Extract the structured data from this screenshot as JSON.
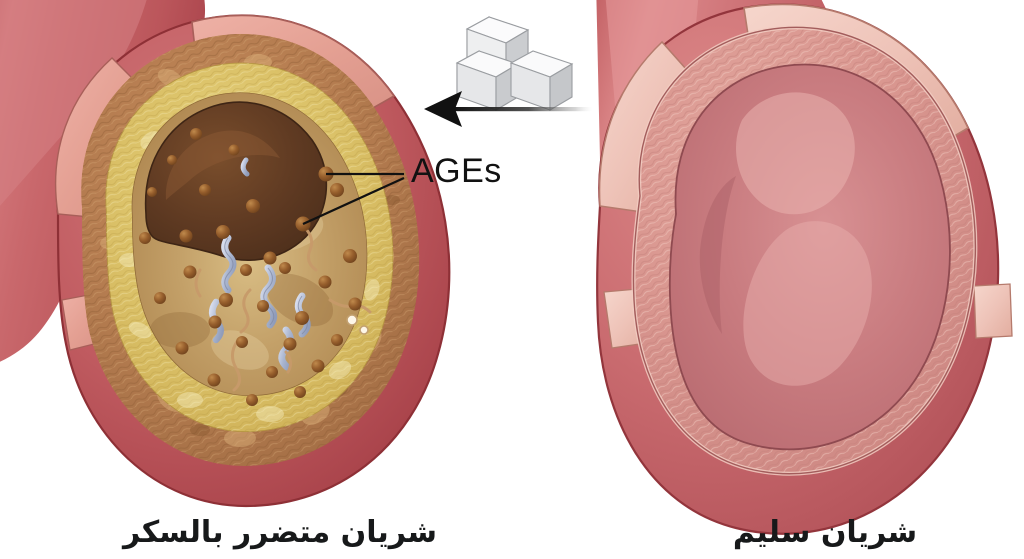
{
  "figure": {
    "title_diseased": "شريان متضرر بالسكر",
    "title_healthy": "شريان سليم",
    "ages_label": "AGEs",
    "background_color": "#ffffff"
  },
  "captions": [
    {
      "id": "diseased",
      "text": "شريان متضرر بالسكر",
      "translation_note": "Artery damaged by sugar"
    },
    {
      "id": "healthy",
      "text": "شريان سليم",
      "translation_note": "Healthy artery"
    }
  ],
  "annotations": {
    "ages": {
      "label": "AGEs",
      "meaning": "Advanced Glycation End-products",
      "leader_lines": 2
    }
  },
  "icons": {
    "sugar_cubes": {
      "name": "sugar-cubes-icon",
      "count": 3,
      "top_face_color": "#fdfdfd",
      "left_face_color": "#e3e4e6",
      "right_face_color": "#c9cbcd",
      "outline_color": "#9a9da1"
    },
    "arrow": {
      "name": "left-arrow-icon",
      "direction": "left",
      "color": "#111111"
    }
  },
  "colors": {
    "outer_wall_red": "#c1585c",
    "outer_wall_red_dark": "#a7393f",
    "outer_wall_red_light": "#d9787a",
    "healthy_lumen": "#c97c7e",
    "healthy_lumen_highlight": "#e3a9a8",
    "healthy_intima": "#efc3bb",
    "healthy_media": "#d99a94",
    "plaque_brown": "#a9714a",
    "plaque_brown_light": "#c69068",
    "plaque_yellow": "#dcc46a",
    "plaque_yellow_light": "#ecdd9c",
    "lumen_dark": "#5f3a22",
    "age_particle": "#8a5326",
    "age_particle_light": "#b07a40",
    "collagen_strand": "#b9c3d8",
    "caption_text": "#17191a"
  },
  "panels": [
    {
      "id": "diseased-artery",
      "name": "diseased-artery-illustration",
      "layers": [
        "outer red wall",
        "brown thickened media",
        "yellow lipid plaque",
        "narrowed dark lumen"
      ],
      "contains": [
        "AGE particles",
        "collagen strands"
      ]
    },
    {
      "id": "healthy-artery",
      "name": "healthy-artery-illustration",
      "layers": [
        "outer red adventitia",
        "pale intimal band",
        "fibrous media",
        "wide open lumen"
      ],
      "contains": []
    }
  ]
}
